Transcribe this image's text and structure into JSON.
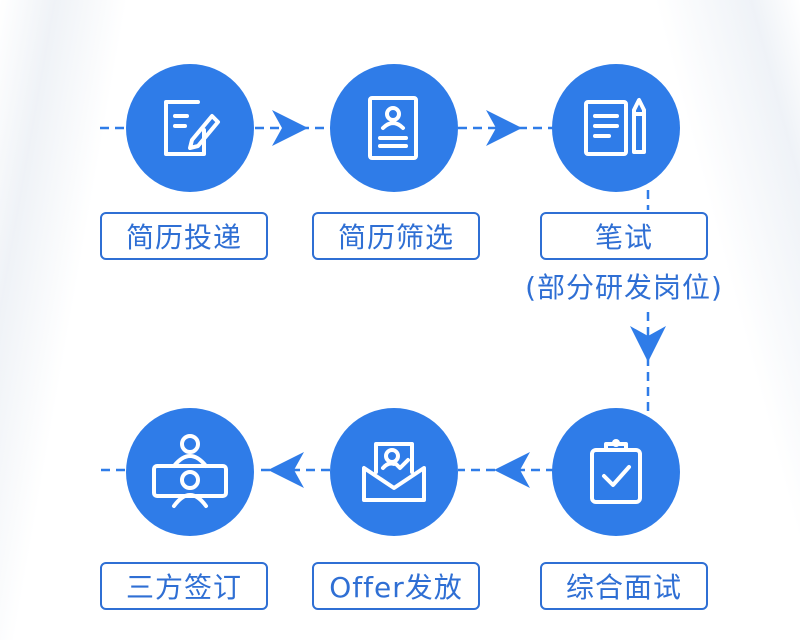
{
  "colors": {
    "accent": "#2f7ce8",
    "label_border": "#2f6fd4",
    "label_text": "#2f6fd4",
    "icon": "#ffffff"
  },
  "steps": [
    {
      "label": "简历投递",
      "icon": "form-pen-icon"
    },
    {
      "label": "简历筛选",
      "icon": "resume-icon"
    },
    {
      "label": "笔试",
      "sublabel": "(部分研发岗位)",
      "icon": "exam-paper-pencil-icon"
    },
    {
      "label": "综合面试",
      "icon": "clipboard-check-icon"
    },
    {
      "label": "Offer发放",
      "icon": "envelope-letter-icon"
    },
    {
      "label": "三方签订",
      "icon": "people-meeting-icon"
    }
  ]
}
